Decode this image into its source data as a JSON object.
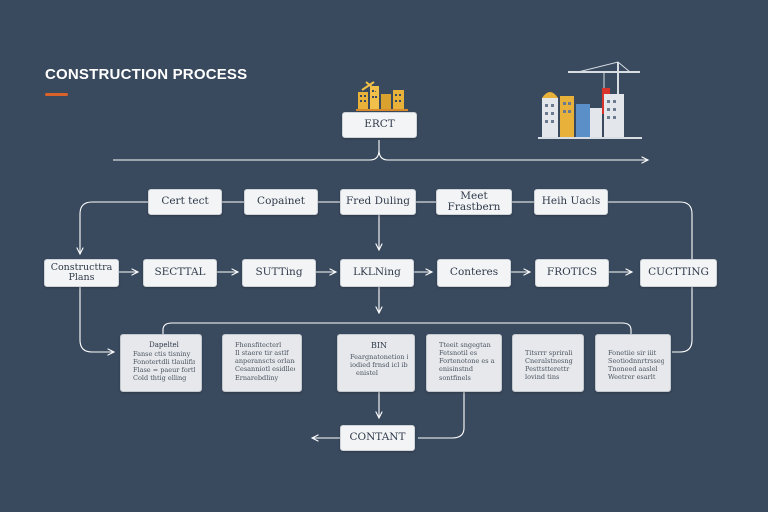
{
  "title": "CONSTRUCTION PROCESS",
  "colors": {
    "background": "#3a4a5e",
    "accent": "#d9622b",
    "line": "#ffffff",
    "node_fill": "#f3f4f6",
    "detail_fill": "#e6e8eb"
  },
  "icons": {
    "left": "construction-site-icon",
    "right": "city-crane-icon"
  },
  "nodes": {
    "top": "ERCT",
    "row1": [
      "Cert tect",
      "Copainet",
      "Fred Duling",
      "Meet Frastbern",
      "Heih Uacls"
    ],
    "row2": [
      "Constructtra Plans",
      "SECTTAL",
      "SUTTing",
      "LKLNing",
      "Conteres",
      "FROTICS",
      "CUCTTING"
    ],
    "bottom": "CONTANT"
  },
  "details": [
    {
      "head": "",
      "lines": [
        "Dapeltel",
        "Fanse ctis tisniny",
        "Fonotertdli tlaulifing",
        "Flase = paeur fortl",
        "Cold thtig elling"
      ]
    },
    {
      "head": "",
      "lines": [
        "Fhensfitecterl",
        "Il staere tir astlf",
        "anperanscts orlanal",
        "Cesanniotl esidlled",
        "Ernarebdliny"
      ]
    },
    {
      "head": "BIN",
      "lines": [
        "Feargnatonetion ilnid",
        "iodied frnsd icl ibey",
        "enistel"
      ]
    },
    {
      "head": "",
      "lines": [
        "Tteeit sngegtan",
        "Fetsnotil es",
        "Fortenotone es ail",
        "enisinstnd",
        "sontfinels"
      ]
    },
    {
      "head": "",
      "lines": [
        "Titsrrr sprirali",
        "Cneralstnesng",
        "Pesttstterettr",
        "lovind tins"
      ]
    },
    {
      "head": "",
      "lines": [
        "Fonetiie sir iiit",
        "Seotiodnnrtrsseg",
        "Tnoneed aaslel",
        "Weetrer esarlt"
      ]
    }
  ]
}
